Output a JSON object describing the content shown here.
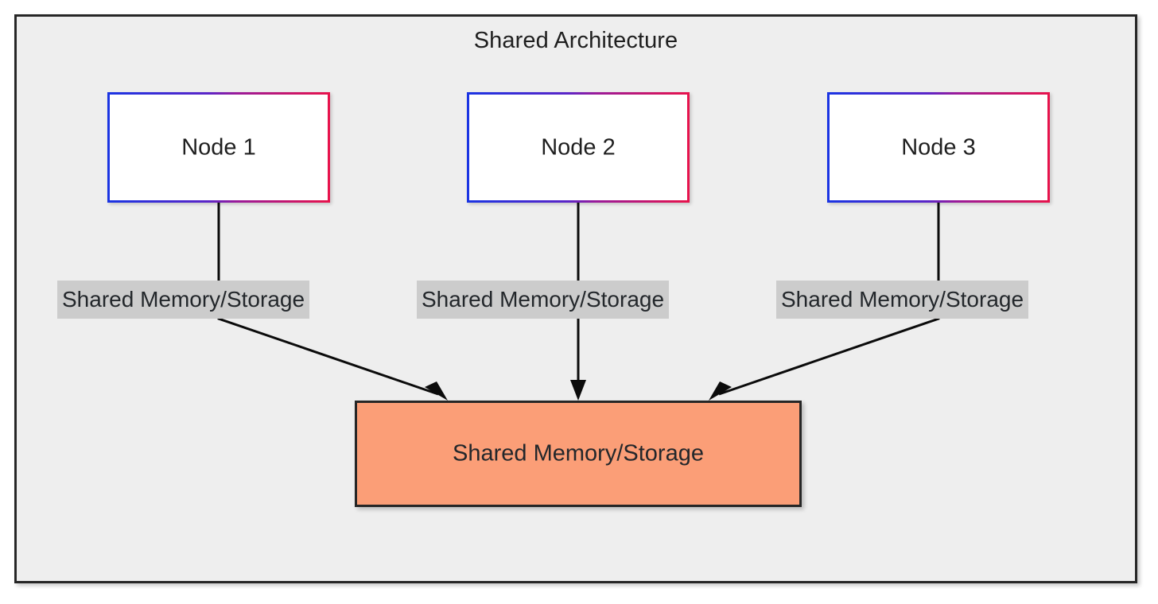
{
  "diagram": {
    "title": "Shared Architecture",
    "type": "flowchart",
    "background_color": "#eeeeee",
    "border_color": "#262626",
    "nodes": [
      {
        "id": "node1",
        "label": "Node 1",
        "shape": "rectangle",
        "fill": "#ffffff",
        "border_gradient_from": "#1a34e3",
        "border_gradient_to": "#e8124b"
      },
      {
        "id": "node2",
        "label": "Node 2",
        "shape": "rectangle",
        "fill": "#ffffff",
        "border_gradient_from": "#1a34e3",
        "border_gradient_to": "#e8124b"
      },
      {
        "id": "node3",
        "label": "Node 3",
        "shape": "rectangle",
        "fill": "#ffffff",
        "border_gradient_from": "#1a34e3",
        "border_gradient_to": "#e8124b"
      }
    ],
    "sink": {
      "id": "shared-store",
      "label": "Shared Memory/Storage",
      "shape": "rectangle",
      "fill": "#fb9e77",
      "border_color": "#262626"
    },
    "edges": [
      {
        "from": "node1",
        "to": "shared-store",
        "label": "Shared Memory/Storage",
        "label_background": "#cccccc",
        "arrow": "filled"
      },
      {
        "from": "node2",
        "to": "shared-store",
        "label": "Shared Memory/Storage",
        "label_background": "#cccccc",
        "arrow": "filled"
      },
      {
        "from": "node3",
        "to": "shared-store",
        "label": "Shared Memory/Storage",
        "label_background": "#cccccc",
        "arrow": "filled"
      }
    ]
  }
}
